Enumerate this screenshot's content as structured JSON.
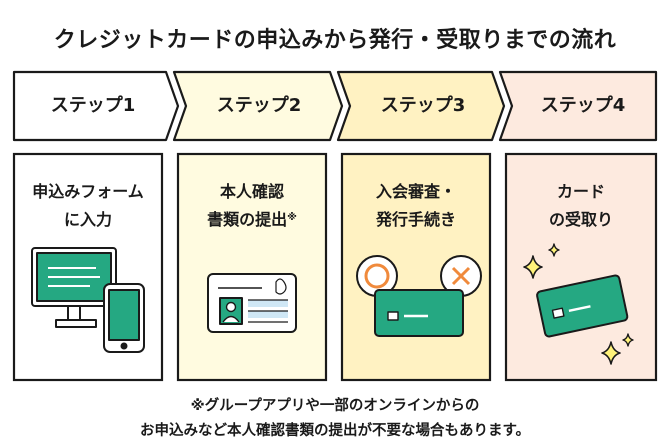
{
  "title": "クレジットカードの申込みから発行・受取りまでの流れ",
  "colors": {
    "outline": "#1a1a1a",
    "step1_fill": "#ffffff",
    "step2_fill": "#fffbe0",
    "step3_fill": "#fff2c2",
    "step4_fill": "#fdeadf",
    "accent_green": "#25a882",
    "accent_orange": "#f08a3c"
  },
  "steps": [
    {
      "label": "ステップ1",
      "lines": [
        "申込みフォーム",
        "に入力"
      ],
      "note": "",
      "icon": "monitor-phone-icon"
    },
    {
      "label": "ステップ2",
      "lines": [
        "本人確認",
        "書類の提出"
      ],
      "note": "※",
      "icon": "id-card-icon"
    },
    {
      "label": "ステップ3",
      "lines": [
        "入会審査・",
        "発行手続き"
      ],
      "note": "",
      "icon": "review-card-icon"
    },
    {
      "label": "ステップ4",
      "lines": [
        "カード",
        "の受取り"
      ],
      "note": "",
      "icon": "sparkle-card-icon"
    }
  ],
  "footnote": {
    "line1": "※グループアプリや一部のオンラインからの",
    "line2": "お申込みなど本人確認書類の提出が不要な場合もあります。"
  }
}
